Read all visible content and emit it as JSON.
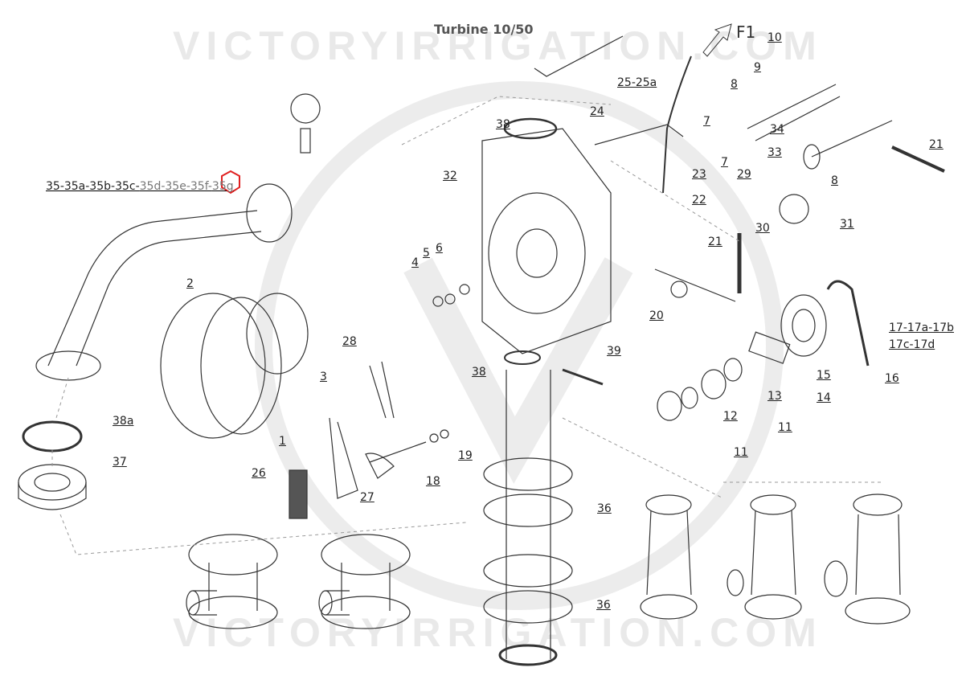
{
  "title": "Turbine 10/50",
  "watermark": "VICTORYIRRIGATION.COM",
  "watermark_logo": "VICTORY IRRIGATION",
  "flow_arrow": "F1",
  "highlight_color": "#e02020",
  "long_label": {
    "dark": "35-35a-35b-35c-",
    "light": "35d-35e-35f-",
    "highlighted": "35g"
  },
  "part_labels": [
    "10",
    "8",
    "9",
    "25-25a",
    "24",
    "38",
    "7",
    "7",
    "34",
    "33",
    "21",
    "8",
    "32",
    "23",
    "29",
    "22",
    "30",
    "31",
    "21",
    "5",
    "6",
    "4",
    "2",
    "20",
    "17-17a-17b",
    "17c-17d",
    "28",
    "38",
    "39",
    "3",
    "15",
    "16",
    "13",
    "14",
    "12",
    "11",
    "38a",
    "1",
    "11",
    "19",
    "37",
    "26",
    "18",
    "27",
    "36",
    "36"
  ]
}
